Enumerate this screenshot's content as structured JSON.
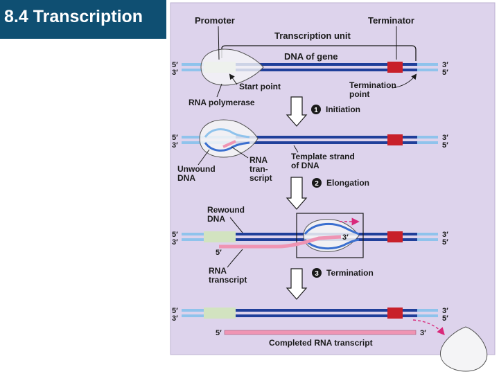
{
  "slide": {
    "title": "8.4 Transcription"
  },
  "colors": {
    "panel": "#ddd3ec",
    "dna_dark": "#1f3f9a",
    "dna_light": "#8fc3ec",
    "promoter": "#d2e3c0",
    "terminator": "#c8202a",
    "rna": "#ef94b3",
    "polymerase": "#f4f4f6"
  },
  "labels": {
    "promoter": "Promoter",
    "terminator": "Terminator",
    "transcription_unit": "Transcription unit",
    "dna_of_gene": "DNA of gene",
    "start_point": "Start point",
    "termination_point_1": "Termination",
    "termination_point_2": "point",
    "rna_polymerase": "RNA polymerase",
    "unwound_dna_1": "Unwound",
    "unwound_dna_2": "DNA",
    "rna_transcript_1": "RNA",
    "rna_transcript_2": "tran-",
    "rna_transcript_3": "script",
    "template_strand_1": "Template strand",
    "template_strand_2": "of DNA",
    "rewound_dna_1": "Rewound",
    "rewound_dna_2": "DNA",
    "rna_transcript_b1": "RNA",
    "rna_transcript_b2": "transcript",
    "completed_rna": "Completed RNA transcript",
    "five_prime": "5′",
    "three_prime": "3′"
  },
  "steps": [
    {
      "number": "1",
      "label": "Initiation"
    },
    {
      "number": "2",
      "label": "Elongation"
    },
    {
      "number": "3",
      "label": "Termination"
    }
  ]
}
